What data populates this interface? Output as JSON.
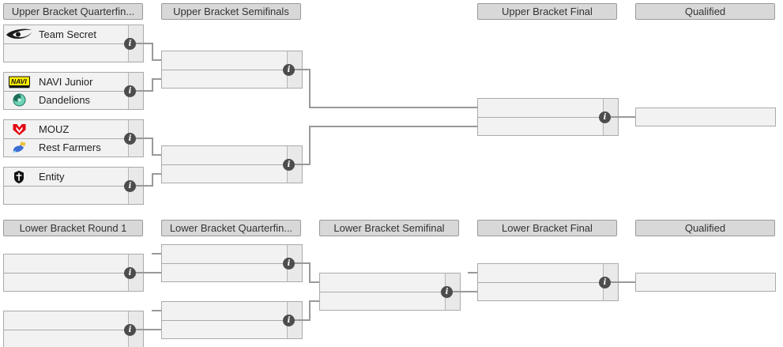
{
  "icons": {
    "info_glyph": "i"
  },
  "colors": {
    "page_bg": "#ffffff",
    "header_bg": "#d8d8d8",
    "header_border": "#999999",
    "header_text": "#333333",
    "match_bg": "#f2f2f2",
    "match_border": "#aaaaaa",
    "score_cell_bg": "#e9e9e9",
    "connector": "#999999",
    "info_icon_bg": "#4d4d4d",
    "info_icon_fg": "#ffffff"
  },
  "upper": {
    "rounds": [
      {
        "label": "Upper Bracket Quarterfin..."
      },
      {
        "label": "Upper Bracket Semifinals"
      },
      {
        "label": "Upper Bracket Final"
      },
      {
        "label": "Qualified"
      }
    ],
    "qf": [
      {
        "top": {
          "name": "Team Secret",
          "logo": "team-secret-logo",
          "color": "#1a1a1a"
        },
        "bottom": {
          "name": ""
        }
      },
      {
        "top": {
          "name": "NAVI Junior",
          "logo": "navi-junior-logo",
          "color": "#ffee00"
        },
        "bottom": {
          "name": "Dandelions",
          "logo": "dandelions-logo",
          "color": "#2e8b6e"
        }
      },
      {
        "top": {
          "name": "MOUZ",
          "logo": "mouz-logo",
          "color": "#e30613"
        },
        "bottom": {
          "name": "Rest Farmers",
          "logo": "rest-farmers-logo",
          "color": "#3b6fd4"
        }
      },
      {
        "top": {
          "name": "Entity",
          "logo": "entity-logo",
          "color": "#111111"
        },
        "bottom": {
          "name": ""
        }
      }
    ]
  },
  "lower": {
    "rounds": [
      {
        "label": "Lower Bracket Round 1"
      },
      {
        "label": "Lower Bracket Quarterfin..."
      },
      {
        "label": "Lower Bracket Semifinal"
      },
      {
        "label": "Lower Bracket Final"
      },
      {
        "label": "Qualified"
      }
    ]
  }
}
